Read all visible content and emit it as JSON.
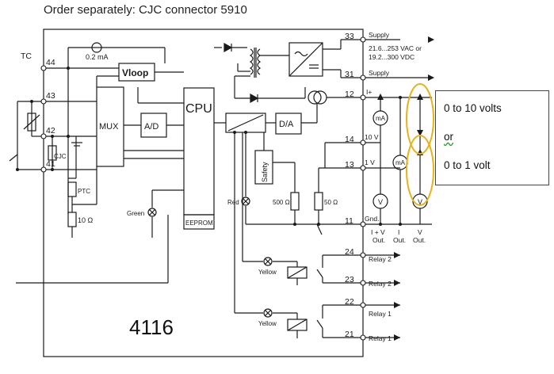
{
  "header": {
    "title": "Order separately: CJC connector 5910"
  },
  "device": {
    "model": "4116"
  },
  "input": {
    "tc_label": "TC",
    "current_source": "0.2 mA",
    "cjc_label": "CJC",
    "ptc_label": "PTC",
    "resistor_10": "10 Ω"
  },
  "blocks": {
    "vloop": "Vloop",
    "mux": "MUX",
    "ad": "A/D",
    "cpu": "CPU",
    "eeprom": "EEPROM",
    "da": "D/A",
    "safety": "Safety"
  },
  "leds": {
    "green": "Green",
    "red": "Red",
    "yellow_1": "Yellow",
    "yellow_2": "Yellow"
  },
  "resistors": {
    "r500": "500 Ω",
    "r50": "50 Ω"
  },
  "terminals": [
    {
      "num": "44"
    },
    {
      "num": "43"
    },
    {
      "num": "42"
    },
    {
      "num": "41"
    },
    {
      "num": "33",
      "label": "Supply"
    },
    {
      "num": "31",
      "label": "Supply"
    },
    {
      "num": "12",
      "label": "I+"
    },
    {
      "num": "14",
      "label": "10 V"
    },
    {
      "num": "13",
      "label": "1 V"
    },
    {
      "num": "11",
      "label": "Gnd."
    },
    {
      "num": "24",
      "label": "Relay 2"
    },
    {
      "num": "23",
      "label": "Relay 2"
    },
    {
      "num": "22",
      "label": "Relay 1"
    },
    {
      "num": "21",
      "label": "Relay 1"
    }
  ],
  "supply": {
    "line1": "21.6...253 VAC or",
    "line2": "19.2...300 VDC"
  },
  "outputs": {
    "iv_top": "I + V",
    "iv_bottom": "Out.",
    "i_top": "I",
    "i_bottom": "Out.",
    "v_top": "V",
    "v_bottom": "Out.",
    "ma": "mA",
    "v": "V"
  },
  "callout": {
    "line1": "0 to 10 volts",
    "line2": "or",
    "line3": "0 to 1 volt"
  },
  "colors": {
    "highlight": "#E8B21A",
    "ink": "#1a1a1a",
    "led_green": "#2e9b2e"
  }
}
